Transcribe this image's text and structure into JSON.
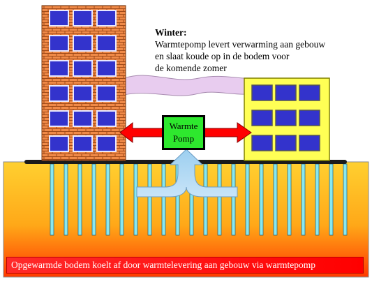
{
  "caption": {
    "title": "Winter:",
    "lines": [
      "Warmtepomp levert verwarming aan gebouw",
      "en slaat koude op in de bodem voor",
      "de komende zomer"
    ]
  },
  "pump": {
    "line1": "Warmte",
    "line2": "Pomp"
  },
  "footer": "Opgewarmde bodem koelt af door warmtelevering aan gebouw via warmtepomp",
  "colors": {
    "brick": "#f08a48",
    "brick_line": "#a04a18",
    "window": "#3333cc",
    "yellow_building": "#ffff55",
    "pump": "#2ee82e",
    "arrow_red": "#ff0000",
    "ground_top": "#ffd030",
    "ground_bottom": "#ff3a00",
    "pile": "#88e8f0",
    "cloud": "#e8ccef"
  }
}
